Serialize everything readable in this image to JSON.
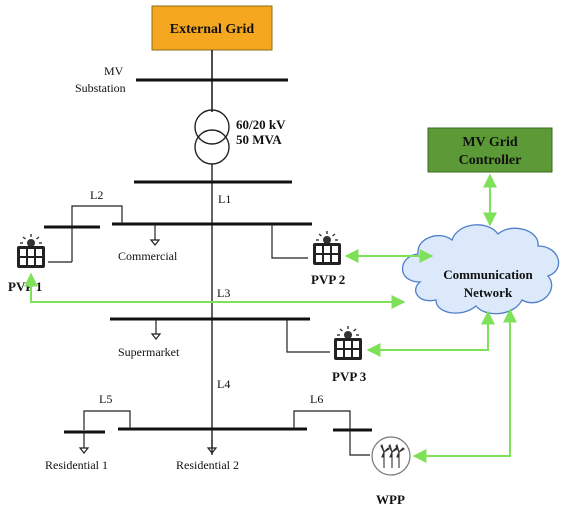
{
  "colors": {
    "grid_box": "#f5a81f",
    "controller_box": "#5b9a36",
    "comm_link": "#7fe05a",
    "cloud_fill": "#dbe9fb",
    "cloud_stroke": "#4f7fc8"
  },
  "nodes": {
    "external_grid": "External Grid",
    "mv_substation_line1": "MV",
    "mv_substation_line2": "Substation",
    "transformer_line1": "60/20 kV",
    "transformer_line2": "50 MVA",
    "controller_line1": "MV Grid",
    "controller_line2": "Controller",
    "comm_line1": "Communication",
    "comm_line2": "Network",
    "pvp1": "PVP 1",
    "pvp2": "PVP 2",
    "pvp3": "PVP 3",
    "wpp": "WPP",
    "commercial": "Commercial",
    "supermarket": "Supermarket",
    "residential1": "Residential 1",
    "residential2": "Residential 2"
  },
  "lines": {
    "l1": "L1",
    "l2": "L2",
    "l3": "L3",
    "l4": "L4",
    "l5": "L5",
    "l6": "L6"
  },
  "icons": [
    "solar-panel-icon",
    "wind-turbine-icon",
    "load-arrow-icon",
    "transformer-icon",
    "cloud-icon"
  ]
}
